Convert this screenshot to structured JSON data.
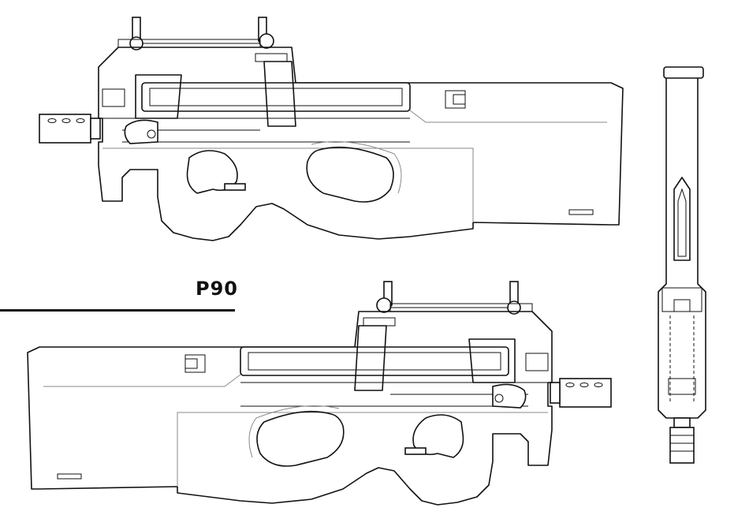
{
  "title": "P90",
  "colors": {
    "line": "#111111",
    "background": "#ffffff"
  },
  "views": [
    "side-view-left-muzzle",
    "side-view-right-muzzle",
    "top-view"
  ]
}
